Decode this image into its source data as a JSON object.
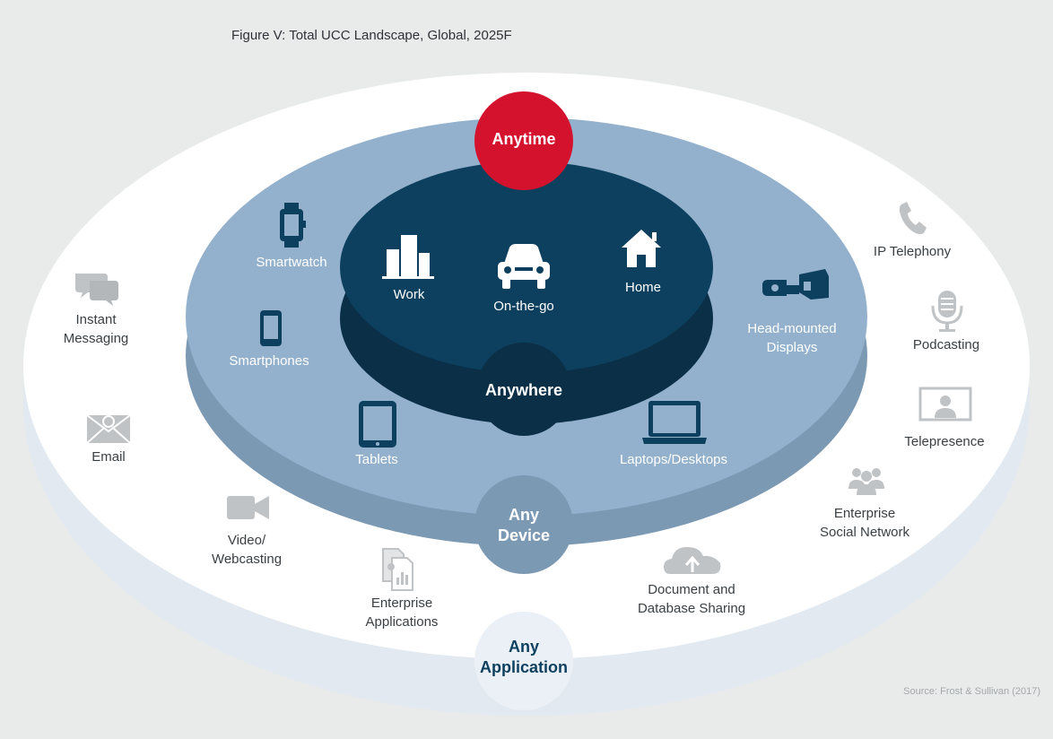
{
  "title": "Figure V: Total UCC Landscape, Global, 2025F",
  "source": "Source: Frost & Sullivan (2017)",
  "hubs": {
    "anytime": "Anytime",
    "anywhere": "Anywhere",
    "any_device_1": "Any",
    "any_device_2": "Device",
    "any_application_1": "Any",
    "any_application_2": "Application"
  },
  "locations": {
    "work": "Work",
    "on_the_go": "On-the-go",
    "home": "Home"
  },
  "devices": {
    "smartwatch": "Smartwatch",
    "smartphones": "Smartphones",
    "tablets": "Tablets",
    "laptops": "Laptops/Desktops",
    "hmd_1": "Head-mounted",
    "hmd_2": "Displays"
  },
  "applications": {
    "im_1": "Instant",
    "im_2": "Messaging",
    "email": "Email",
    "video_1": "Video/",
    "video_2": "Webcasting",
    "ent_apps_1": "Enterprise",
    "ent_apps_2": "Applications",
    "doc_1": "Document and",
    "doc_2": "Database Sharing",
    "esn_1": "Enterprise",
    "esn_2": "Social Network",
    "telepresence": "Telepresence",
    "podcasting": "Podcasting",
    "ip_telephony": "IP Telephony"
  },
  "colors": {
    "background": "#e9ebeb",
    "outer_ring": "#ffffff",
    "middle_ring": "#93b1cc",
    "inner_disc": "#0d3f5f",
    "anytime": "#d5122d",
    "icon_gray": "#c0c3c6"
  }
}
